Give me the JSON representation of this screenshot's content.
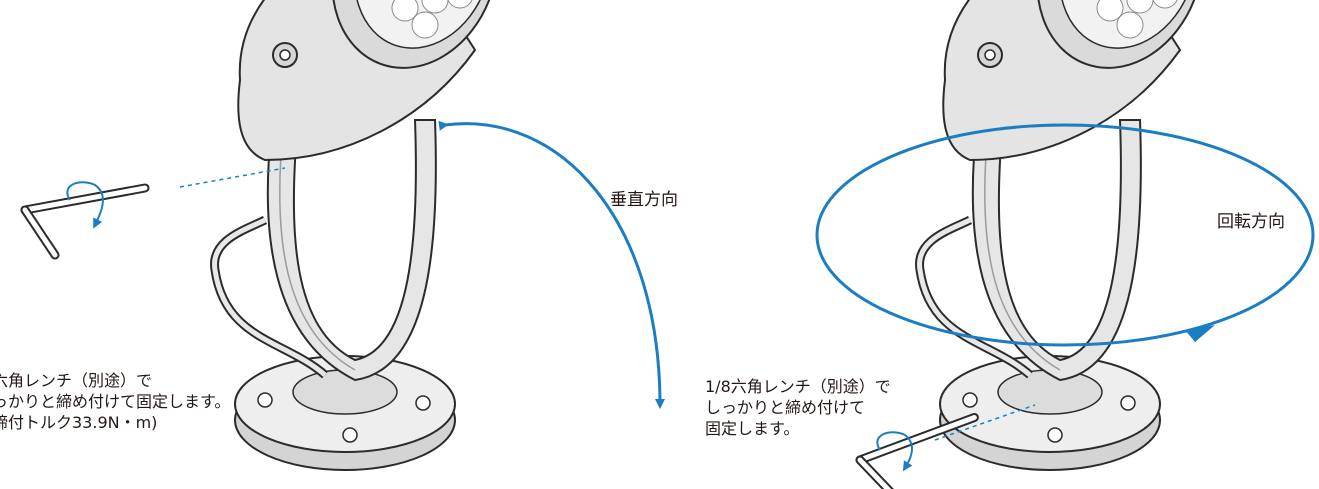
{
  "left_panel": {
    "direction_label": "垂直方向",
    "note_lines": [
      "六角レンチ（別途）で",
      "っかりと締め付けて固定します。",
      "締付トルク33.9N・m)"
    ]
  },
  "right_panel": {
    "direction_label": "回転方向",
    "note_lines": [
      "1/8六角レンチ（別途）で",
      "しっかりと締め付けて",
      "固定します。"
    ]
  },
  "colors": {
    "arrow": "#1c7ec2",
    "line": "#2b2b2b",
    "fixture_fill": "#e6e6e6",
    "fixture_shade": "#c9c9c9",
    "lens": "#f2f2f2"
  },
  "icons": [
    "hex-wrench-icon",
    "rotate-arrow-icon",
    "spotlight-fixture"
  ]
}
